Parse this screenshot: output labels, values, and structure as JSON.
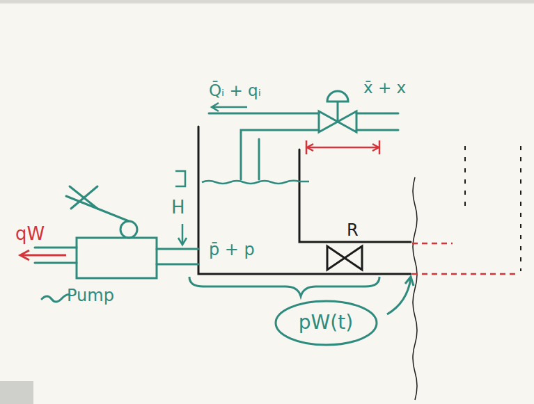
{
  "diagram": {
    "nodes": [
      {
        "text": [
          "pW(t)"
        ]
      }
    ],
    "labels": [
      "Q̄ᵢ + qᵢ",
      "x̄ + x",
      "H",
      "p̄ + p",
      "R",
      "qW",
      "Pump"
    ]
  }
}
